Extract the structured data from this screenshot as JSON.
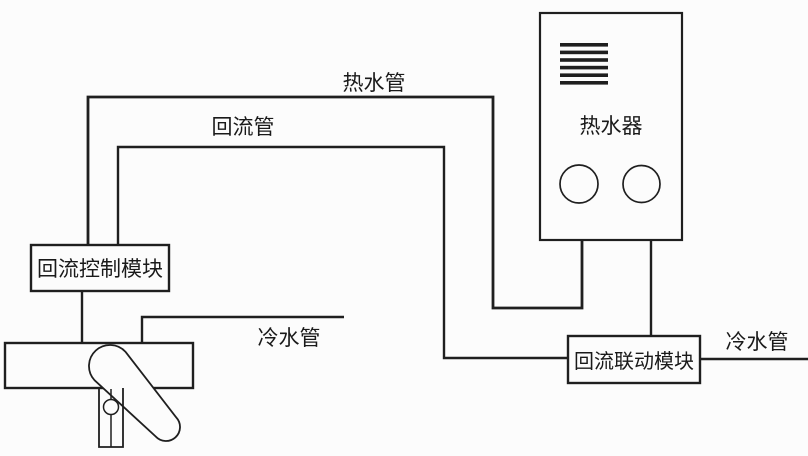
{
  "diagram": {
    "title_hint": "hot water recirculation system schematic",
    "line_color": "#1f1f1f",
    "background": "#fcfcfc",
    "labels": {
      "hot_water_pipe": "热水管",
      "return_pipe": "回流管",
      "cold_water_pipe_left": "冷水管",
      "cold_water_pipe_right": "冷水管"
    },
    "components": {
      "water_heater": "热水器",
      "return_control_module": "回流控制模块",
      "return_linkage_module": "回流联动模块"
    },
    "connections": [
      "water_heater -> hot_water_pipe -> return_control_module",
      "return_control_module -> return_pipe -> return_linkage_module",
      "cold_water_pipe_left -> faucet",
      "water_heater -> return_linkage_module",
      "return_linkage_module -> cold_water_pipe_right"
    ]
  }
}
